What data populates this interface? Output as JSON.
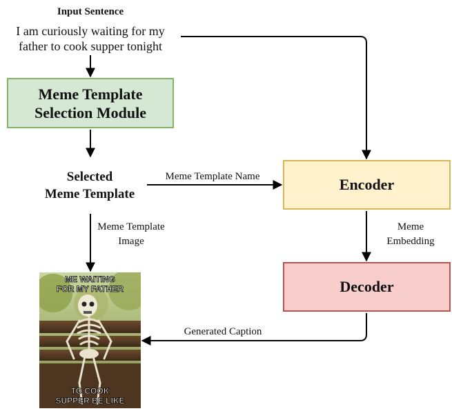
{
  "input": {
    "heading": "Input Sentence",
    "sentence_line1": "I am curiously waiting for my",
    "sentence_line2": "father to cook supper tonight"
  },
  "nodes": {
    "selection_module_line1": "Meme Template",
    "selection_module_line2": "Selection Module",
    "selected_template_line1": "Selected",
    "selected_template_line2": "Meme Template",
    "encoder": "Encoder",
    "decoder": "Decoder"
  },
  "edges": {
    "template_name": "Meme Template Name",
    "template_image_line1": "Meme Template",
    "template_image_line2": "Image",
    "embedding_line1": "Meme",
    "embedding_line2": "Embedding",
    "caption": "Generated Caption"
  },
  "meme": {
    "top_text_line1": "ME WAITING",
    "top_text_line2": "FOR MY FATHER",
    "bottom_text_line1": "TO COOK",
    "bottom_text_line2": "SUPPER BE LIKE"
  },
  "colors": {
    "selection_fill": "#d5e8d4",
    "selection_border": "#82b366",
    "encoder_fill": "#fff2cc",
    "encoder_border": "#d6b656",
    "decoder_fill": "#f8cecc",
    "decoder_border": "#b85450"
  }
}
